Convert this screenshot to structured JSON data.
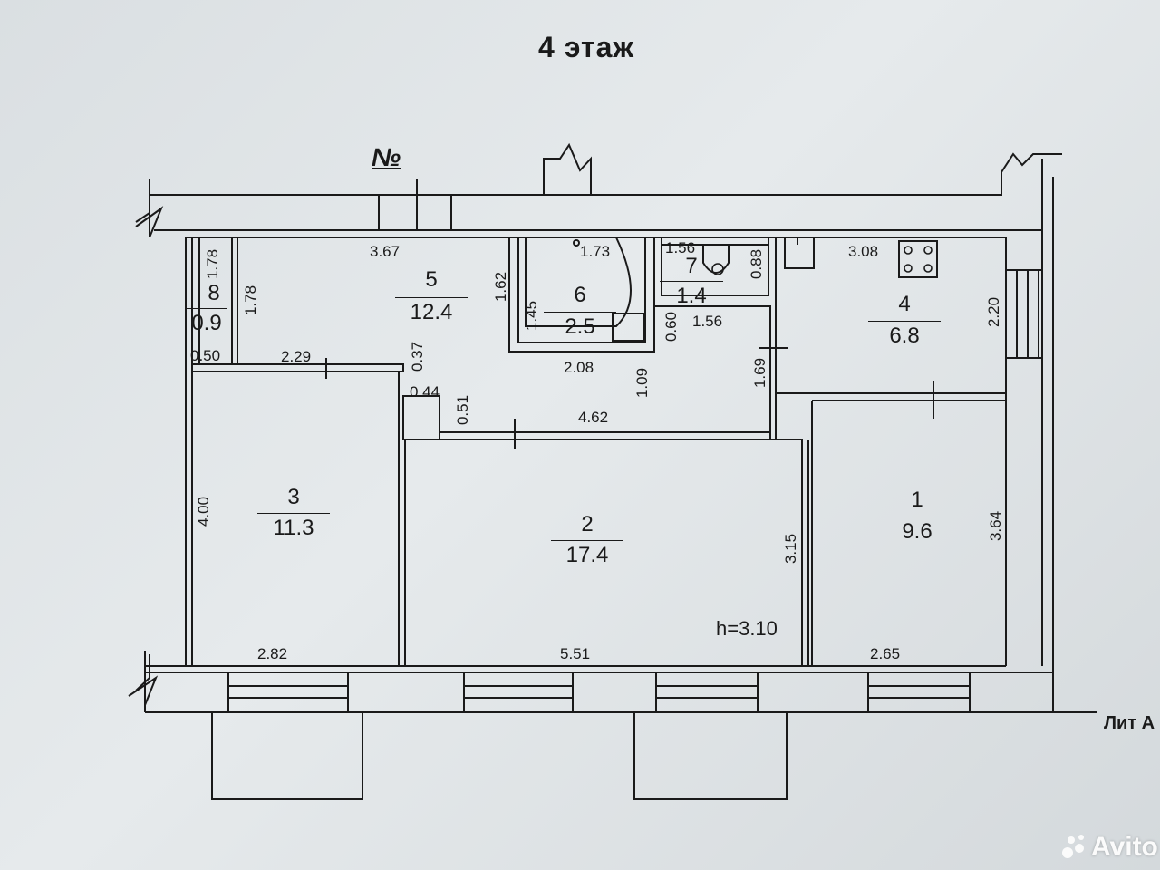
{
  "title": "4 этаж",
  "number_mark": "№",
  "lit_label": "Лит А",
  "height_label": "h=3.10",
  "watermark": "Avito",
  "rooms": [
    {
      "id": "1",
      "area": "9.6"
    },
    {
      "id": "2",
      "area": "17.4"
    },
    {
      "id": "3",
      "area": "11.3"
    },
    {
      "id": "4",
      "area": "6.8"
    },
    {
      "id": "5",
      "area": "12.4"
    },
    {
      "id": "6",
      "area": "2.5"
    },
    {
      "id": "7",
      "area": "1.4"
    },
    {
      "id": "8",
      "area": "0.9"
    }
  ],
  "dimensions": {
    "d_3_67": "3.67",
    "d_1_73": "1.73",
    "d_1_56_top": "1.56",
    "d_3_08": "3.08",
    "d_1_78_a": "1.78",
    "d_1_78_b": "1.78",
    "d_1_62": "1.62",
    "d_1_45": "1.45",
    "d_0_88": "0.88",
    "d_2_20": "2.20",
    "d_0_60": "0.60",
    "d_1_56_mid": "1.56",
    "d_0_50": "0.50",
    "d_2_29": "2.29",
    "d_0_37": "0.37",
    "d_0_44": "0.44",
    "d_2_08": "2.08",
    "d_1_09": "1.09",
    "d_1_69": "1.69",
    "d_0_51": "0.51",
    "d_4_62": "4.62",
    "d_4_00": "4.00",
    "d_3_15": "3.15",
    "d_3_64": "3.64",
    "d_2_82": "2.82",
    "d_5_51": "5.51",
    "d_2_65": "2.65"
  }
}
